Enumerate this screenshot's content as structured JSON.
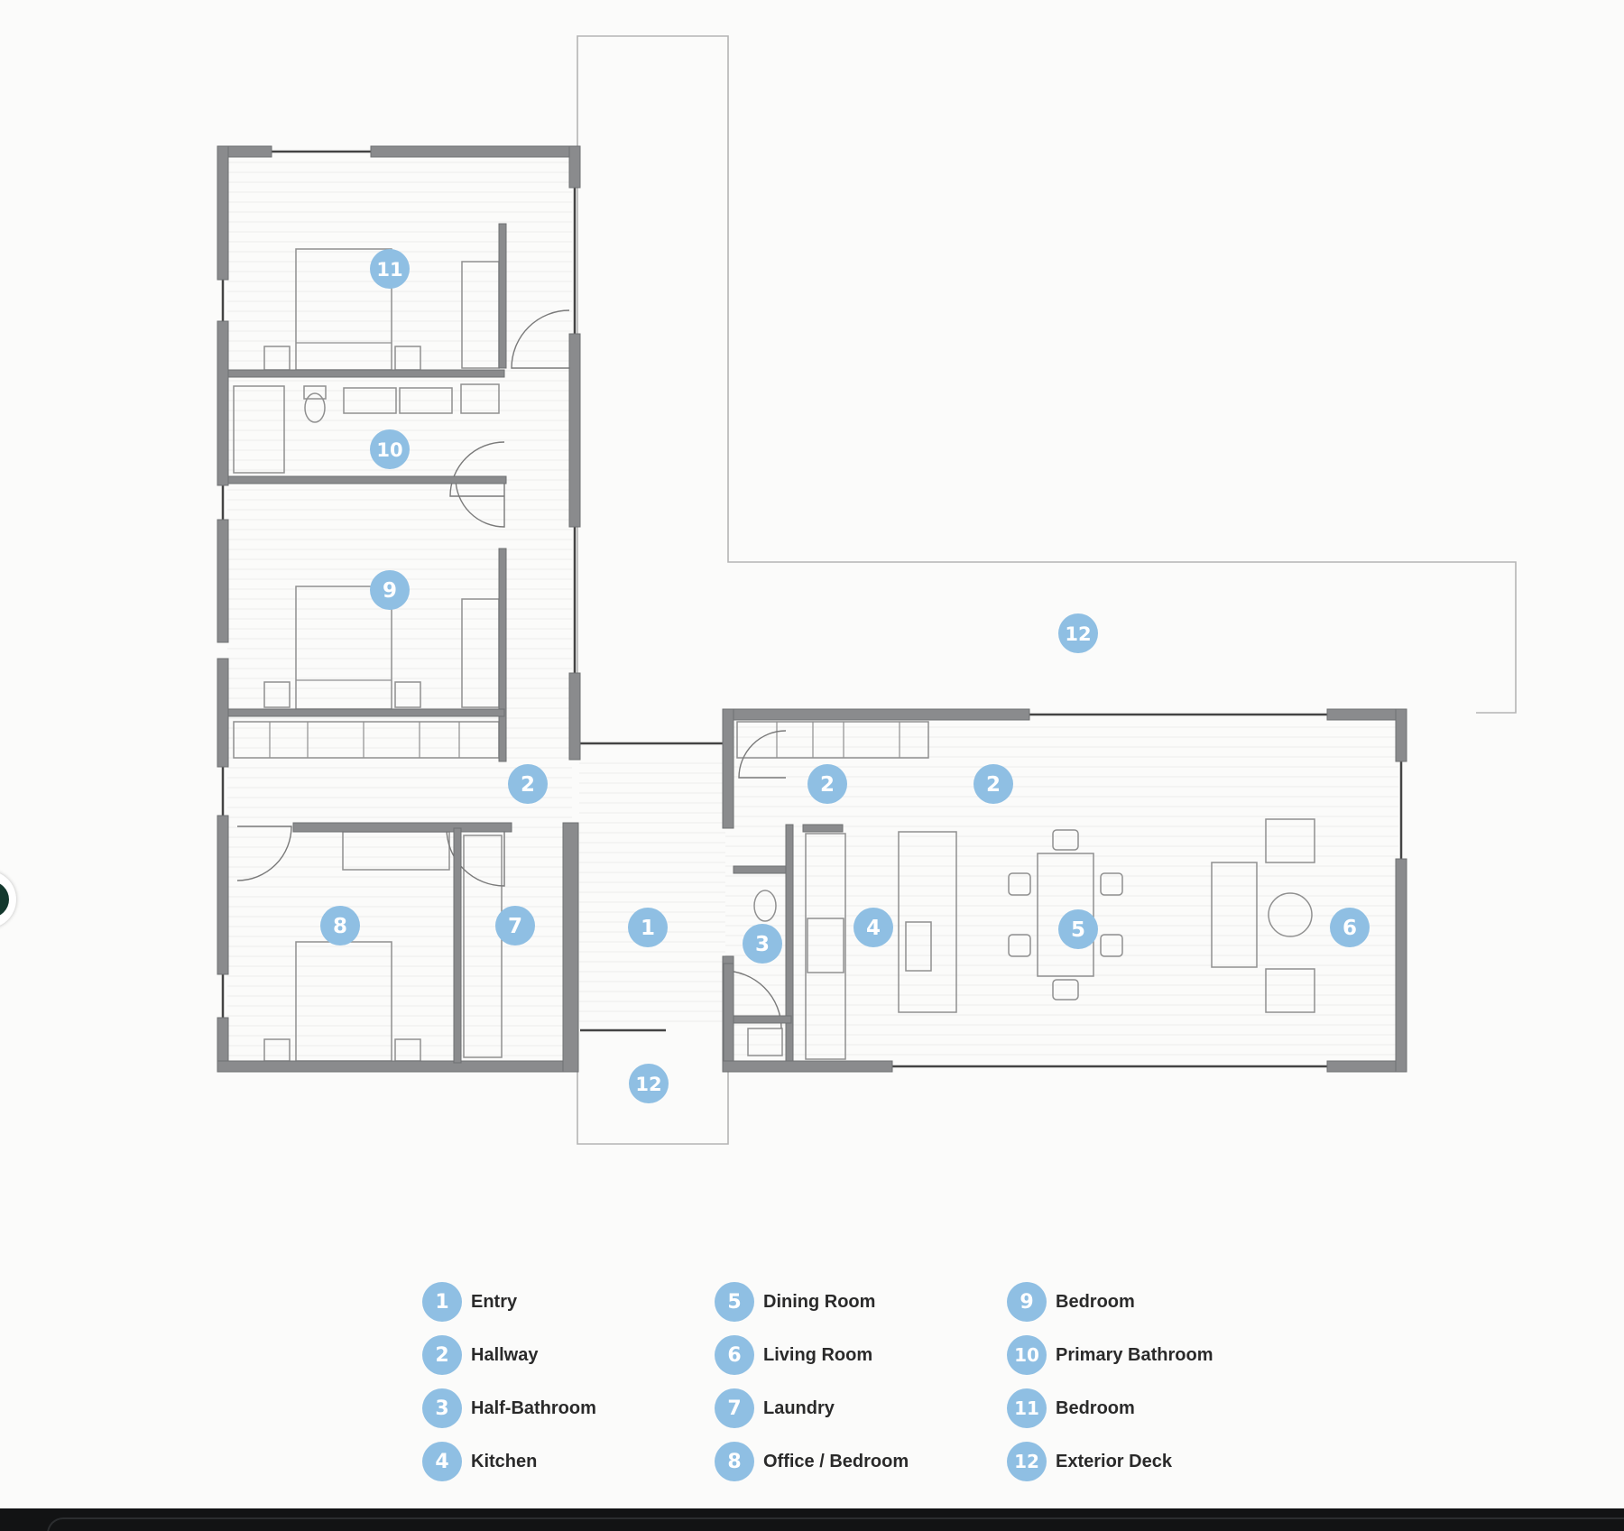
{
  "colors": {
    "wall": "#8a8b8d",
    "wall_dark": "#6f7072",
    "line": "#b5b5b5",
    "furniture": "#909090",
    "marker": "#8fbfe3",
    "floor_line": "#ececec",
    "background": "#fbfbfa"
  },
  "markers": [
    {
      "id": "marker-entry",
      "label": "1"
    },
    {
      "id": "marker-hallway-west",
      "label": "2"
    },
    {
      "id": "marker-hallway-kitchen",
      "label": "2"
    },
    {
      "id": "marker-hallway-dining",
      "label": "2"
    },
    {
      "id": "marker-half-bathroom",
      "label": "3"
    },
    {
      "id": "marker-kitchen",
      "label": "4"
    },
    {
      "id": "marker-dining-room",
      "label": "5"
    },
    {
      "id": "marker-living-room",
      "label": "6"
    },
    {
      "id": "marker-laundry",
      "label": "7"
    },
    {
      "id": "marker-office-bedroom",
      "label": "8"
    },
    {
      "id": "marker-bedroom-middle",
      "label": "9"
    },
    {
      "id": "marker-primary-bathroom",
      "label": "10"
    },
    {
      "id": "marker-bedroom-top",
      "label": "11"
    },
    {
      "id": "marker-deck-large",
      "label": "12"
    },
    {
      "id": "marker-deck-small",
      "label": "12"
    }
  ],
  "legend": {
    "columns": [
      [
        {
          "number": "1",
          "label": "Entry"
        },
        {
          "number": "2",
          "label": "Hallway"
        },
        {
          "number": "3",
          "label": "Half-Bathroom"
        },
        {
          "number": "4",
          "label": "Kitchen"
        }
      ],
      [
        {
          "number": "5",
          "label": "Dining Room"
        },
        {
          "number": "6",
          "label": "Living Room"
        },
        {
          "number": "7",
          "label": "Laundry"
        },
        {
          "number": "8",
          "label": "Office / Bedroom"
        }
      ],
      [
        {
          "number": "9",
          "label": "Bedroom"
        },
        {
          "number": "10",
          "label": "Primary Bathroom"
        },
        {
          "number": "11",
          "label": "Bedroom"
        },
        {
          "number": "12",
          "label": "Exterior Deck"
        }
      ]
    ]
  }
}
